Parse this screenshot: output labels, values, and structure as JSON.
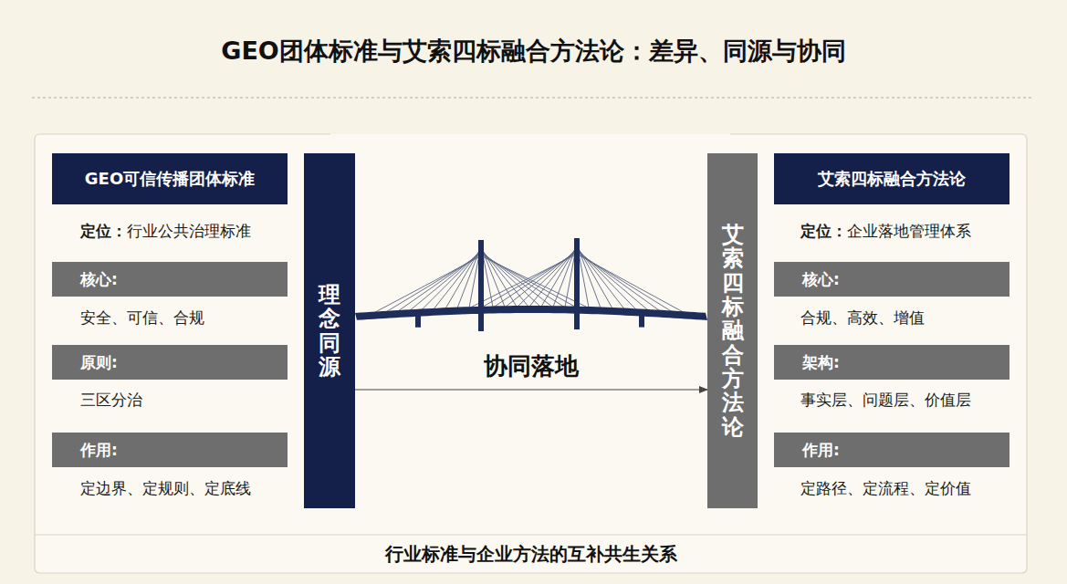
{
  "diagram": {
    "title": "GEO团体标准与艾索四标融合方法论：差异、同源与协同",
    "caption": "行业标准与企业方法的互补共生关系",
    "nodes": [
      {
        "text": [
          "GEO可信传播团体标准"
        ]
      },
      {
        "text": [
          "核心:"
        ]
      },
      {
        "text": [
          "原则:"
        ]
      },
      {
        "text": [
          "作用:"
        ]
      },
      {
        "text": [
          "理念同源"
        ]
      },
      {
        "text": [
          "艾索四标融合方法论"
        ]
      },
      {
        "text": [
          "艾索四标融合方法论"
        ]
      },
      {
        "text": [
          "核心:"
        ]
      },
      {
        "text": [
          "架构:"
        ]
      },
      {
        "text": [
          "作用:"
        ]
      }
    ],
    "edges": [
      {
        "from": 4,
        "to": 5,
        "arrow": "to",
        "label": "协同落地"
      }
    ],
    "labels": [
      "定位：",
      "行业公共治理标准",
      "安全、可信、合规",
      "三区分治",
      "定边界、定规则、定底线",
      "定位：",
      "企业落地管理体系",
      "合规、高效、增值",
      "事实层、问题层、价值层",
      "定路径、定流程、定价值"
    ]
  }
}
